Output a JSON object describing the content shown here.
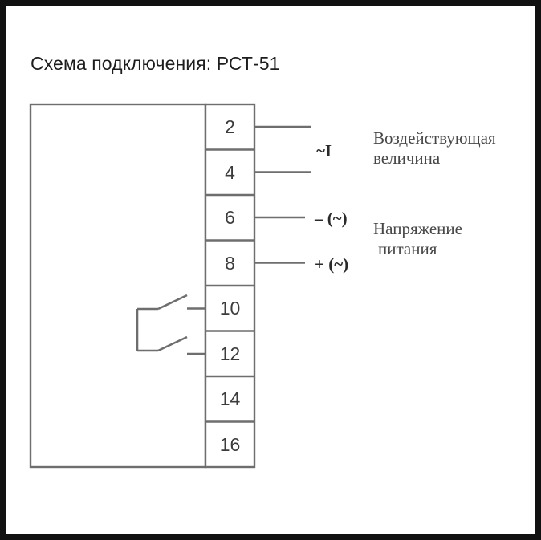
{
  "title": "Схема подключения: РСТ-51",
  "device": {
    "body_label": "",
    "terminal_block_name": "terminal-block"
  },
  "terminals": [
    {
      "number": "2",
      "wire": "right-long"
    },
    {
      "number": "4",
      "wire": "right-long"
    },
    {
      "number": "6",
      "wire": "right-short"
    },
    {
      "number": "8",
      "wire": "right-short"
    },
    {
      "number": "10",
      "wire": "left-stub"
    },
    {
      "number": "12",
      "wire": "left-stub"
    },
    {
      "number": "14",
      "wire": "none"
    },
    {
      "number": "16",
      "wire": "none"
    }
  ],
  "connections": [
    {
      "symbol": "~I",
      "description_line1": "Воздействующая",
      "description_line2": "величина"
    },
    {
      "symbol_top": "– (~)",
      "symbol_bottom": "+ (~)",
      "description_line1": "Напряжение",
      "description_line2": "питания"
    }
  ],
  "switch": {
    "name": "relay-contacts",
    "poles": 2,
    "state": "open"
  },
  "colors": {
    "frame": "#111111",
    "canvas": "#ffffff",
    "line": "#6e6e6e",
    "title_text": "#1d1d1d",
    "terminal_text": "#3c3c3c",
    "label_text": "#464646",
    "symbol_text": "#2a2a2a"
  }
}
